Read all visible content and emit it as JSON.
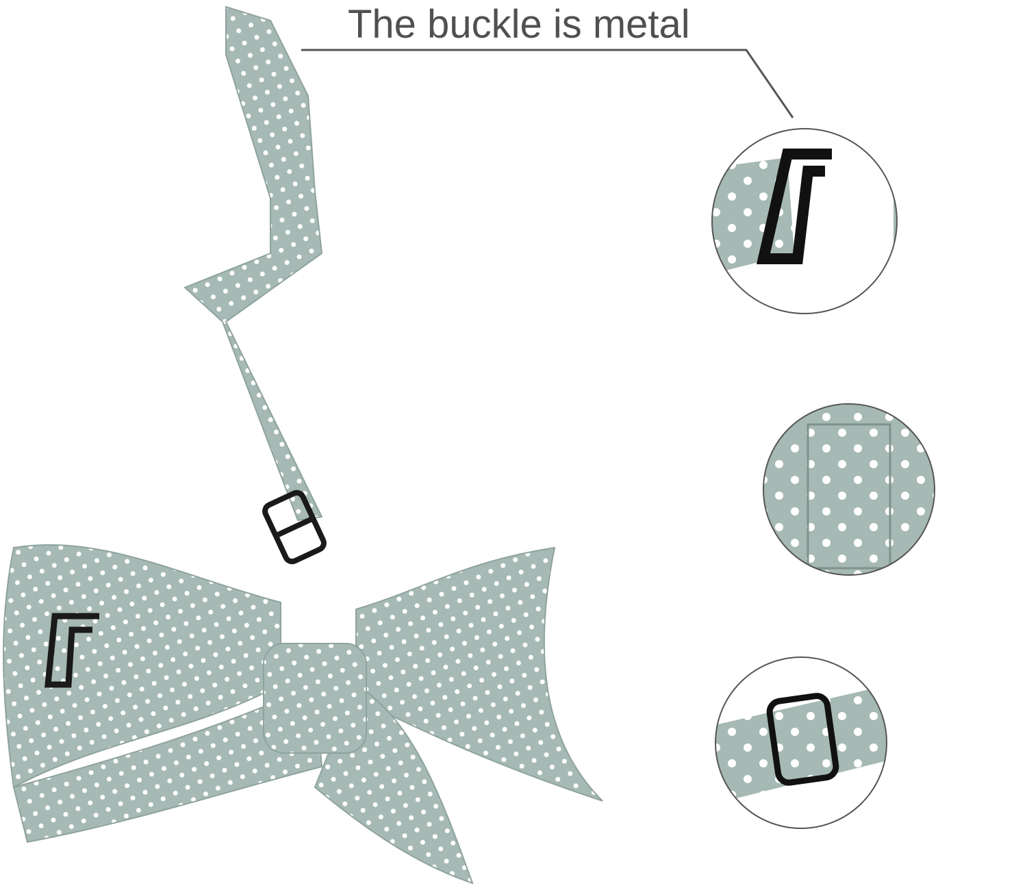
{
  "caption": "The buckle is metal",
  "colors": {
    "fabric": "#a6b9b4",
    "fabric_dark": "#8fa39e",
    "dot": "#ffffff",
    "buckle": "#1a1a1a",
    "text": "#505050",
    "circle_border": "#555555"
  },
  "detail_views": [
    {
      "name": "hook-buckle-closeup"
    },
    {
      "name": "knot-center-closeup"
    },
    {
      "name": "slider-buckle-closeup"
    }
  ]
}
